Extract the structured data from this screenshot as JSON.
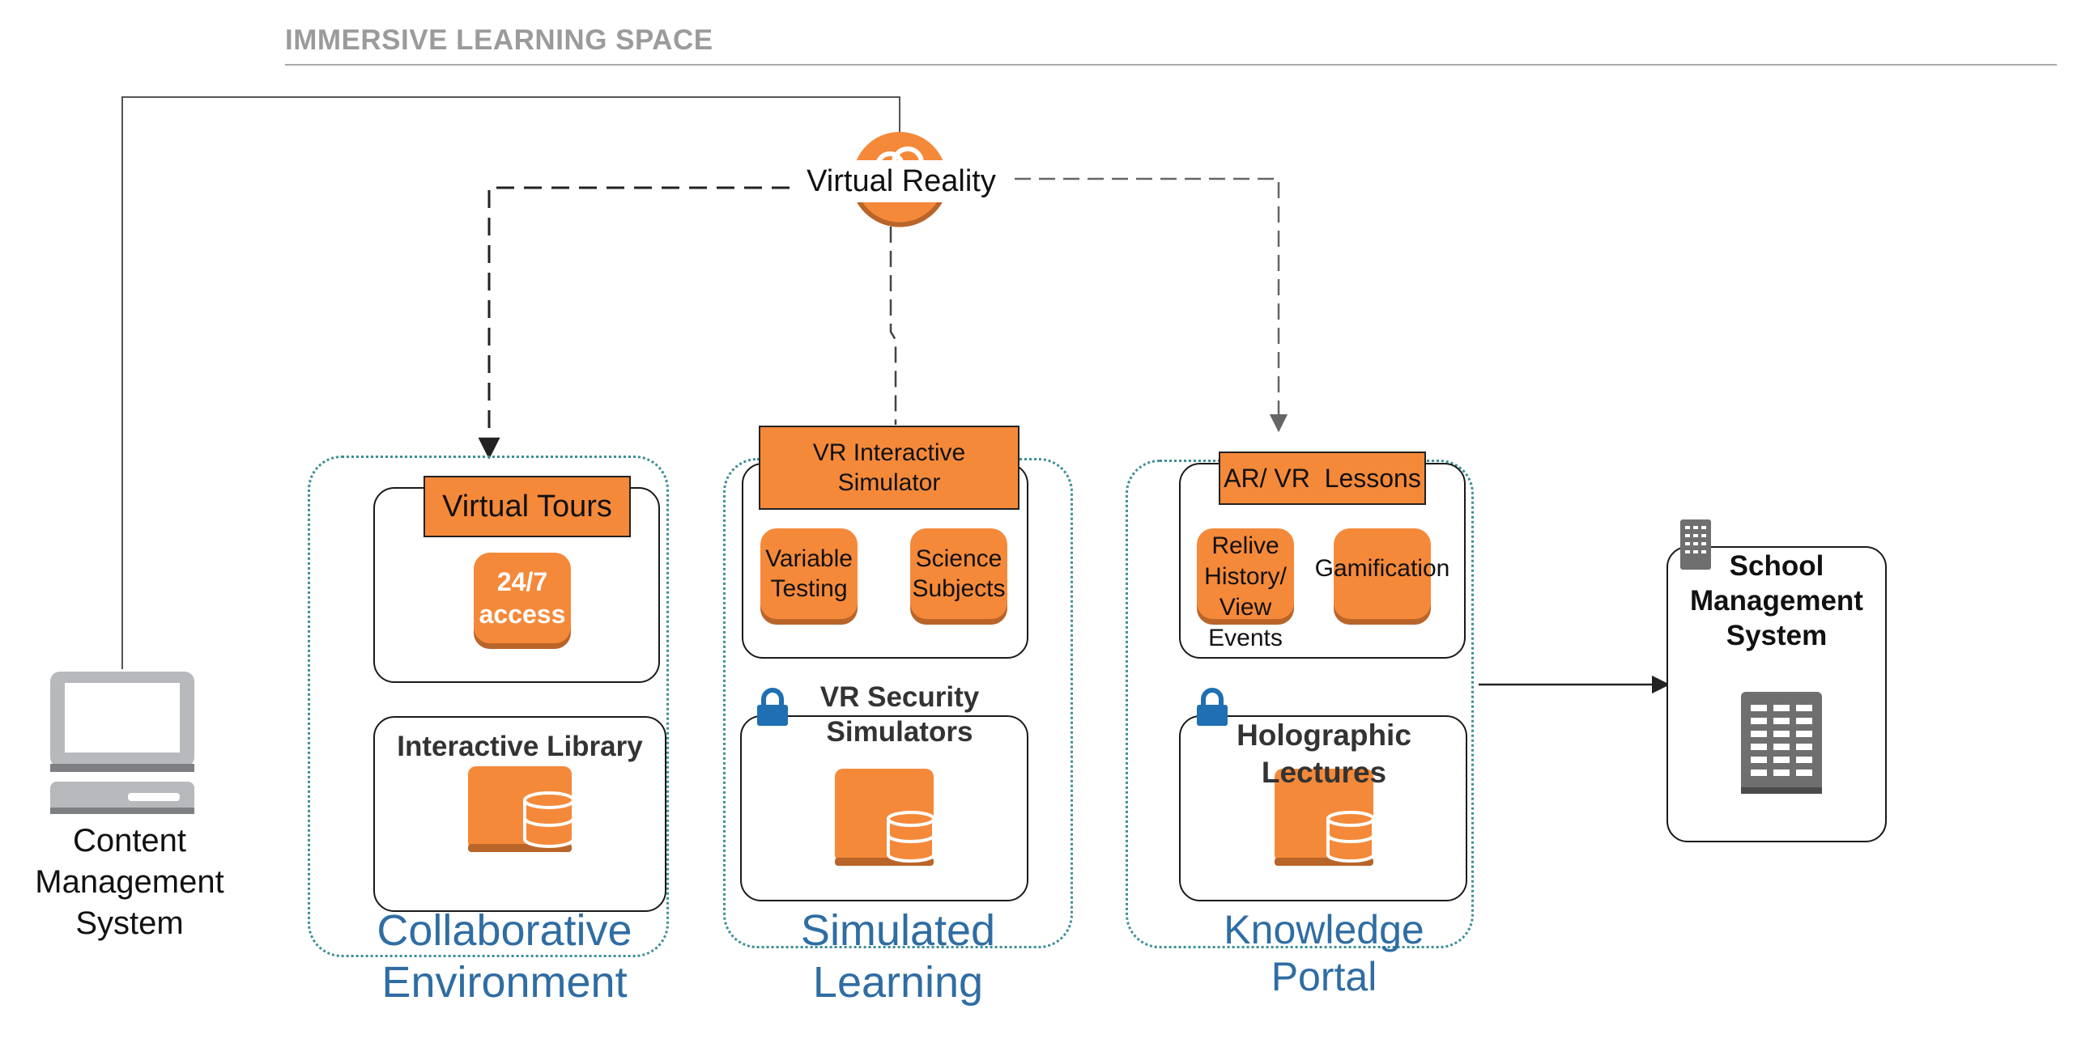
{
  "header": {
    "title": "IMMERSIVE LEARNING SPACE"
  },
  "hub": {
    "label": "Virtual Reality",
    "icon": "cloud-icon"
  },
  "cms": {
    "label_lines": [
      "Content",
      "Management",
      "System"
    ],
    "icon": "computer-icon"
  },
  "groups": {
    "collaborative": {
      "label_lines": [
        "Collaborative",
        "Environment"
      ],
      "virtual_tours": {
        "label": "Virtual Tours",
        "tile_lines": [
          "24/7",
          "access"
        ]
      },
      "library": {
        "label": "Interactive Library",
        "icon": "database-icon"
      }
    },
    "simulated": {
      "label_lines": [
        "Simulated",
        "Learning"
      ],
      "simulator": {
        "label_lines": [
          "VR Interactive",
          "Simulator"
        ],
        "tiles": [
          {
            "lines": [
              "Variable",
              "Testing"
            ]
          },
          {
            "lines": [
              "Science",
              "Subjects"
            ]
          }
        ]
      },
      "security": {
        "label_lines": [
          "VR Security",
          "Simulators"
        ],
        "icon": "lock-icon"
      }
    },
    "knowledge": {
      "label_lines": [
        "Knowledge",
        "Portal"
      ],
      "lessons": {
        "label": "AR/ VR  Lessons",
        "tiles": [
          {
            "lines": [
              "Relive",
              "History/",
              "View",
              "Events"
            ]
          },
          {
            "lines": [
              "Gamification"
            ]
          }
        ]
      },
      "holographic": {
        "label_lines": [
          "Holographic",
          "Lectures"
        ],
        "icon": "lock-icon"
      }
    }
  },
  "school": {
    "label_lines": [
      "School",
      "Management",
      "System"
    ],
    "icon": "building-icon"
  },
  "colors": {
    "accent_orange": "#f5893a",
    "label_blue": "#2f6da3",
    "lock_blue": "#1f6fb2",
    "dotted_teal": "#3e8f96"
  }
}
